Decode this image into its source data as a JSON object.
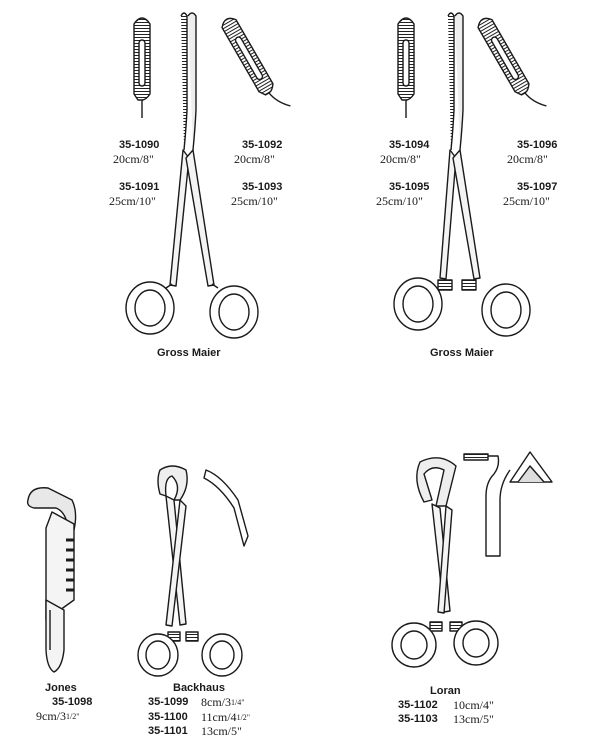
{
  "groups": {
    "gross_maier_1": {
      "name": "Gross Maier",
      "items": [
        {
          "code": "35-1090",
          "size": "20cm/8\""
        },
        {
          "code": "35-1091",
          "size": "25cm/10\""
        },
        {
          "code": "35-1092",
          "size": "20cm/8\""
        },
        {
          "code": "35-1093",
          "size": "25cm/10\""
        }
      ]
    },
    "gross_maier_2": {
      "name": "Gross Maier",
      "items": [
        {
          "code": "35-1094",
          "size": "20cm/8\""
        },
        {
          "code": "35-1095",
          "size": "25cm/10\""
        },
        {
          "code": "35-1096",
          "size": "20cm/8\""
        },
        {
          "code": "35-1097",
          "size": "25cm/10\""
        }
      ]
    },
    "jones": {
      "name": "Jones",
      "items": [
        {
          "code": "35-1098",
          "size_main": "9cm/3",
          "size_frac": "1/2\""
        }
      ]
    },
    "backhaus": {
      "name": "Backhaus",
      "items": [
        {
          "code": "35-1099",
          "size_main": "8cm/3",
          "size_frac": "1/4\""
        },
        {
          "code": "35-1100",
          "size_main": "11cm/4",
          "size_frac": "1/2\""
        },
        {
          "code": "35-1101",
          "size": "13cm/5\""
        }
      ]
    },
    "loran": {
      "name": "Loran",
      "items": [
        {
          "code": "35-1102",
          "size": "10cm/4\""
        },
        {
          "code": "35-1103",
          "size": "13cm/5\""
        }
      ]
    }
  }
}
